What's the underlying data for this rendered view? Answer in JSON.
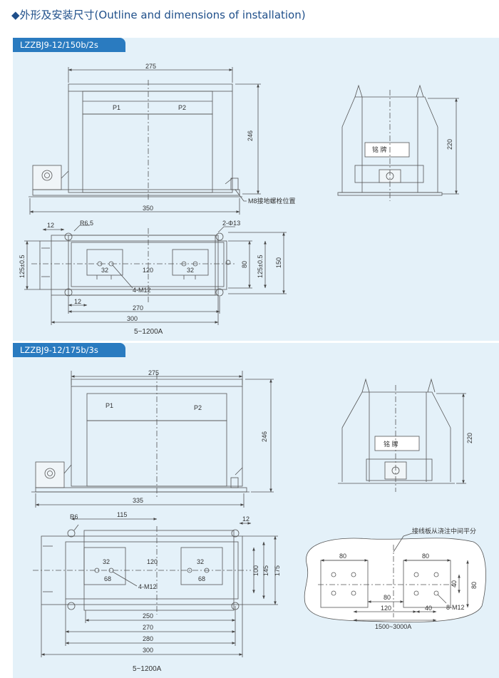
{
  "header": {
    "title": "◆外形及安装尺寸(Outline and dimensions of installation)"
  },
  "model1": {
    "name": "LZZBJ9-12/150b/2s",
    "front": {
      "dim_top": "275",
      "dim_height": "246",
      "dim_base": "350",
      "p1": "P1",
      "p2": "P2",
      "ground_note": "M8接地螺栓位置"
    },
    "side": {
      "nameplate": "铭    牌",
      "dim_height": "220"
    },
    "plan": {
      "r": "R6.5",
      "holes": "2-Φ13",
      "d12a": "12",
      "d125a": "125±0.5",
      "d32a": "32",
      "d120": "120",
      "d32b": "32",
      "d80": "80",
      "d125b": "125±0.5",
      "d150": "150",
      "m12": "4-M12",
      "d12b": "12",
      "d270": "270",
      "d300": "300"
    },
    "range": "5~1200A"
  },
  "model2": {
    "name": "LZZBJ9-12/175b/3s",
    "front": {
      "dim_top": "275",
      "dim_height": "246",
      "dim_base": "335",
      "p1": "P1",
      "p2": "P2"
    },
    "side": {
      "nameplate": "铭    牌",
      "dim_height": "220"
    },
    "plan": {
      "r": "R6",
      "d115": "115",
      "d12": "12",
      "d32a": "32",
      "d120": "120",
      "d32b": "32",
      "d68a": "68",
      "d68b": "68",
      "m12": "4-M12",
      "d100": "100",
      "d145": "145",
      "d175": "175",
      "d250": "250",
      "d270": "270",
      "d280": "280",
      "d300": "300"
    },
    "range": "5~1200A",
    "terminal": {
      "note": "接线板从浇注中间平分",
      "d80a": "80",
      "d80b": "80",
      "d80c": "80",
      "d120": "120",
      "d40a": "40",
      "d40b": "40",
      "d80v": "80",
      "m12": "8-M12",
      "range": "1500~3000A"
    }
  }
}
